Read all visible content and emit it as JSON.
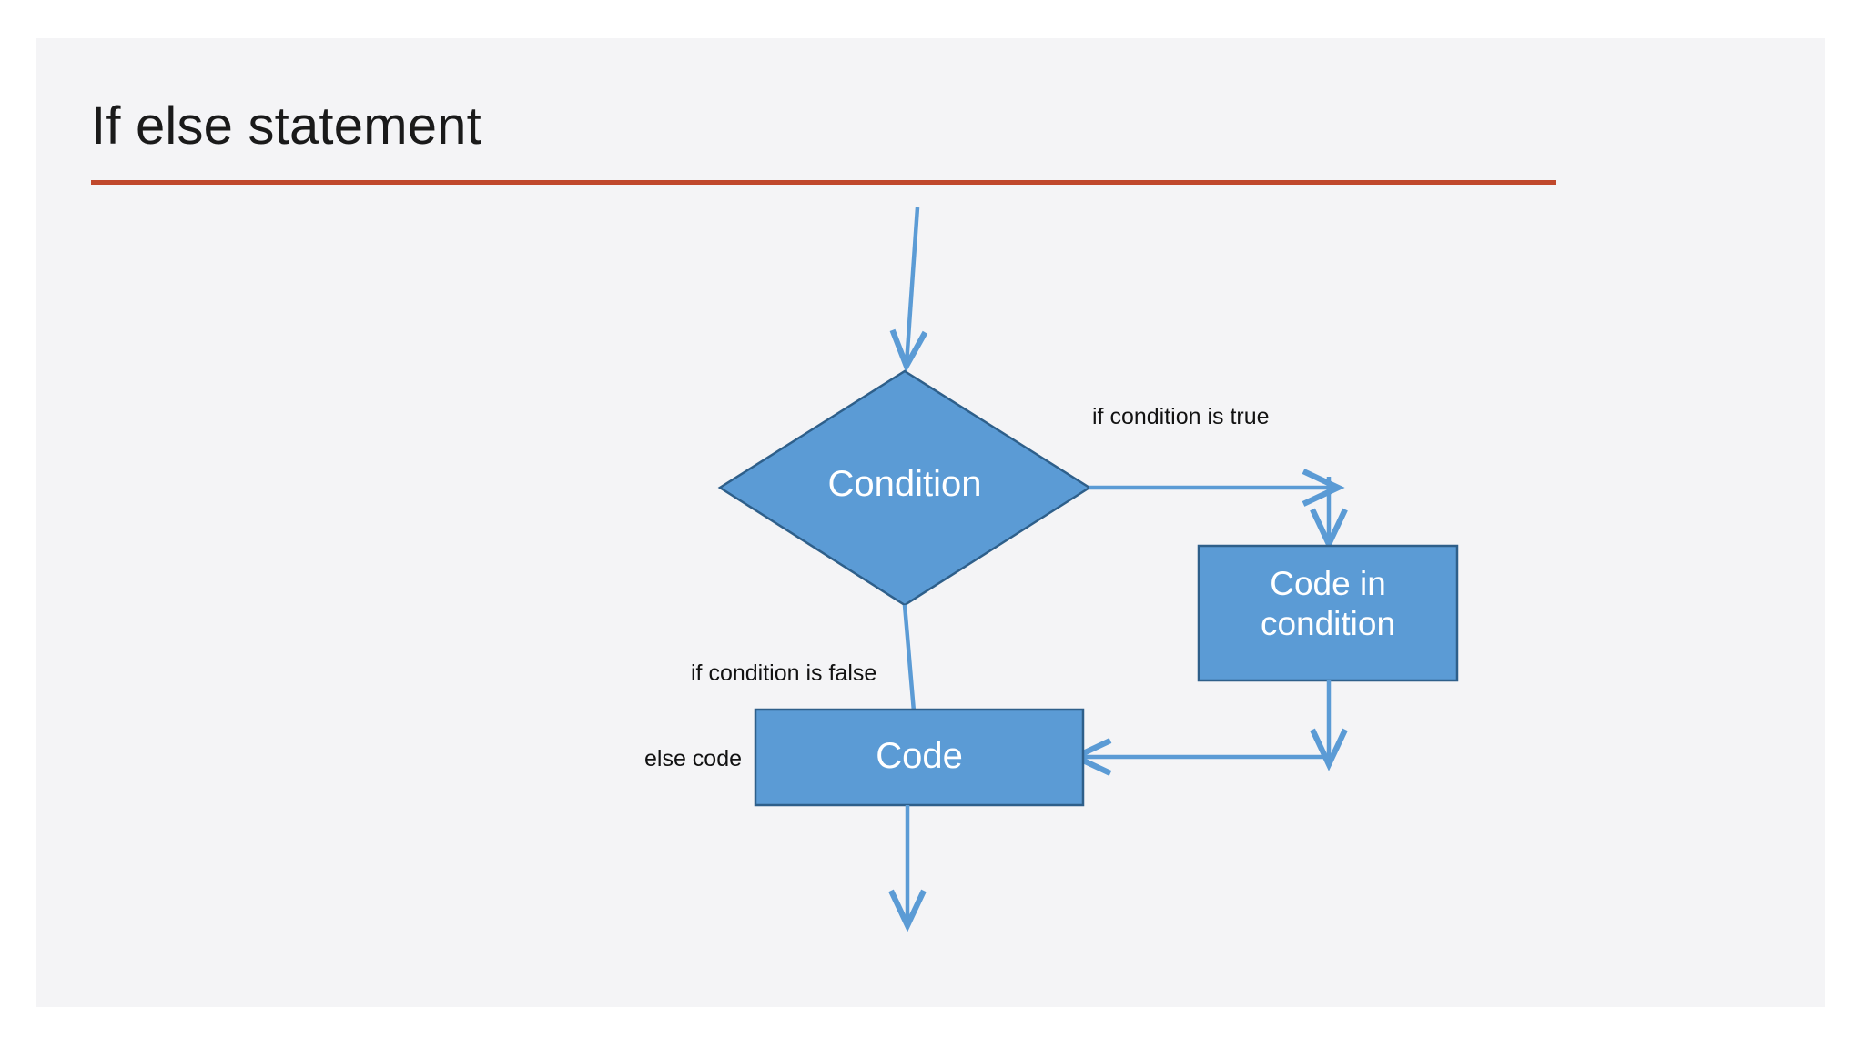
{
  "slide": {
    "title": "If else statement",
    "background_color": "#f4f4f6",
    "page_color": "#ffffff",
    "accent_rule_color": "#c0482c"
  },
  "diagram": {
    "type": "flowchart",
    "shape_fill_color": "#5b9bd5",
    "shape_stroke_color": "#2e5f8a",
    "shape_text_color": "#ffffff",
    "connector_color": "#5b9bd5",
    "nodes": [
      {
        "id": "condition",
        "shape": "diamond",
        "label": "Condition"
      },
      {
        "id": "code-in-condition",
        "shape": "rectangle",
        "label": "Code in\ncondition"
      },
      {
        "id": "code",
        "shape": "rectangle",
        "label": "Code"
      }
    ],
    "edge_labels": {
      "true_branch": "if condition is true",
      "false_branch": "if condition is false",
      "else_branch": "else code"
    }
  }
}
